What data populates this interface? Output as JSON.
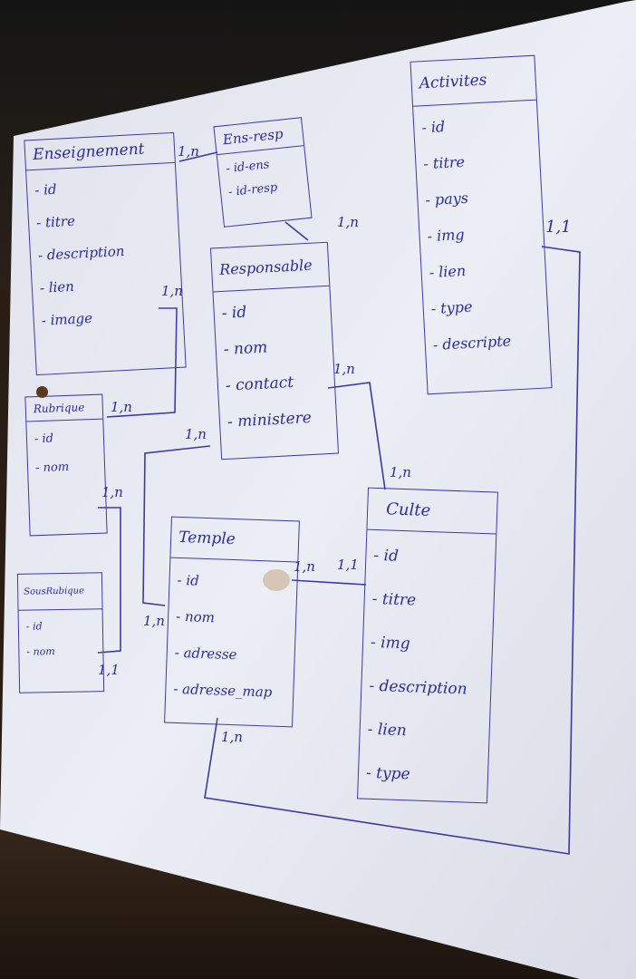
{
  "entities": {
    "enseignement": {
      "title": "Enseignement",
      "fields": [
        "id",
        "titre",
        "description",
        "lien",
        "image"
      ]
    },
    "ens_resp": {
      "title": "Ens-resp",
      "fields": [
        "id-ens",
        "id-resp"
      ]
    },
    "activites": {
      "title": "Activites",
      "fields": [
        "id",
        "titre",
        "pays",
        "img",
        "lien",
        "type",
        "descripte"
      ]
    },
    "responsable": {
      "title": "Responsable",
      "fields": [
        "id",
        "nom",
        "contact",
        "ministere"
      ]
    },
    "rubrique": {
      "title": "Rubrique",
      "fields": [
        "id",
        "nom"
      ]
    },
    "sousrubrique": {
      "title": "SousRubique",
      "fields": [
        "id",
        "nom"
      ]
    },
    "temple": {
      "title": "Temple",
      "fields": [
        "id",
        "nom",
        "adresse",
        "adresse_map"
      ]
    },
    "culte": {
      "title": "Culte",
      "fields": [
        "id",
        "titre",
        "img",
        "description",
        "lien",
        "type"
      ]
    }
  },
  "cardinalities": {
    "ens_ensresp": "1,n",
    "enseignement_rubrique": "1,n",
    "rubrique": "1,n",
    "ensresp_responsable": "1,n",
    "responsable_culte": "1,n",
    "responsable_temple": "1,n",
    "culte_top": "1,n",
    "rubrique_sous": "1,n",
    "sous_rubrique": "1,1",
    "temple_culte": "1,n",
    "culte_temple": "1,1",
    "temple_left": "1,n",
    "temple_bottom": "1,n",
    "activites_right": "1,1"
  },
  "colors": {
    "ink": "#2c2d9e",
    "paper": "#e9eaf3"
  }
}
